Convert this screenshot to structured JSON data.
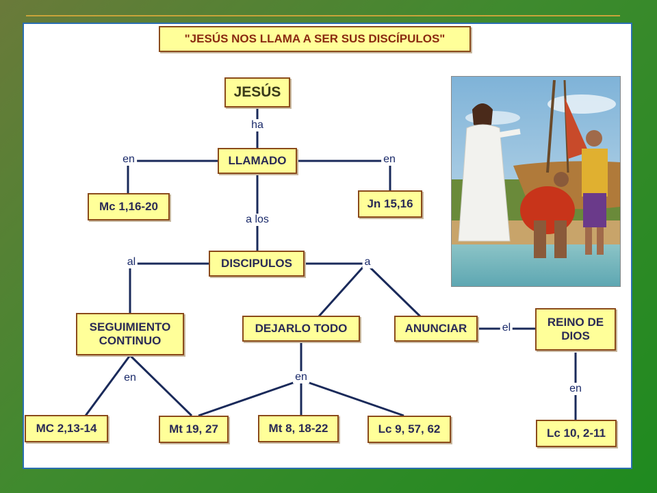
{
  "title": "\"JESÚS NOS LLAMA A SER SUS DISCÍPULOS\"",
  "nodes": {
    "jesus": "JESÚS",
    "llamado": "LLAMADO",
    "mc1": "Mc 1,16-20",
    "jn15": "Jn 15,16",
    "discipulos": "DISCIPULOS",
    "seguimiento": "SEGUIMIENTO CONTINUO",
    "dejarlo": "DEJARLO TODO",
    "anunciar": "ANUNCIAR",
    "reino": "REINO DE DIOS",
    "mc2": "MC 2,13-14",
    "mt19": "Mt 19, 27",
    "mt8": "Mt 8, 18-22",
    "lc9": "Lc 9, 57, 62",
    "lc10": "Lc 10, 2-11"
  },
  "links": {
    "ha": "ha",
    "en_left": "en",
    "en_right": "en",
    "a_los": "a los",
    "al": "al",
    "a": "a",
    "el": "el",
    "en_seg": "en",
    "en_dej": "en",
    "en_reino": "en"
  }
}
